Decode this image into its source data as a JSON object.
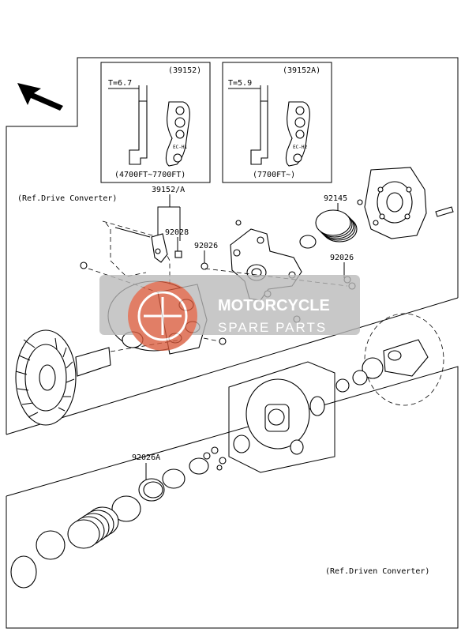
{
  "insets": [
    {
      "part": "(39152)",
      "thickness": "T=6.7",
      "stamp": "EC-H1",
      "range": "(4700FT~7700FT)"
    },
    {
      "part": "(39152A)",
      "thickness": "T=5.9",
      "stamp": "EC-H2",
      "range": "(7700FT~)"
    }
  ],
  "refs": {
    "drive": "(Ref.Drive Converter)",
    "driven": "(Ref.Driven Converter)"
  },
  "callouts": {
    "p39152A": "39152/A",
    "p92028": "92028",
    "p92026_left": "92026",
    "p92145": "92145",
    "p92026_right": "92026",
    "p92026A": "92026A"
  },
  "watermark": {
    "line1": "MOTORCYCLE",
    "line2": "SPARE PARTS",
    "color": "#d95a3c"
  }
}
